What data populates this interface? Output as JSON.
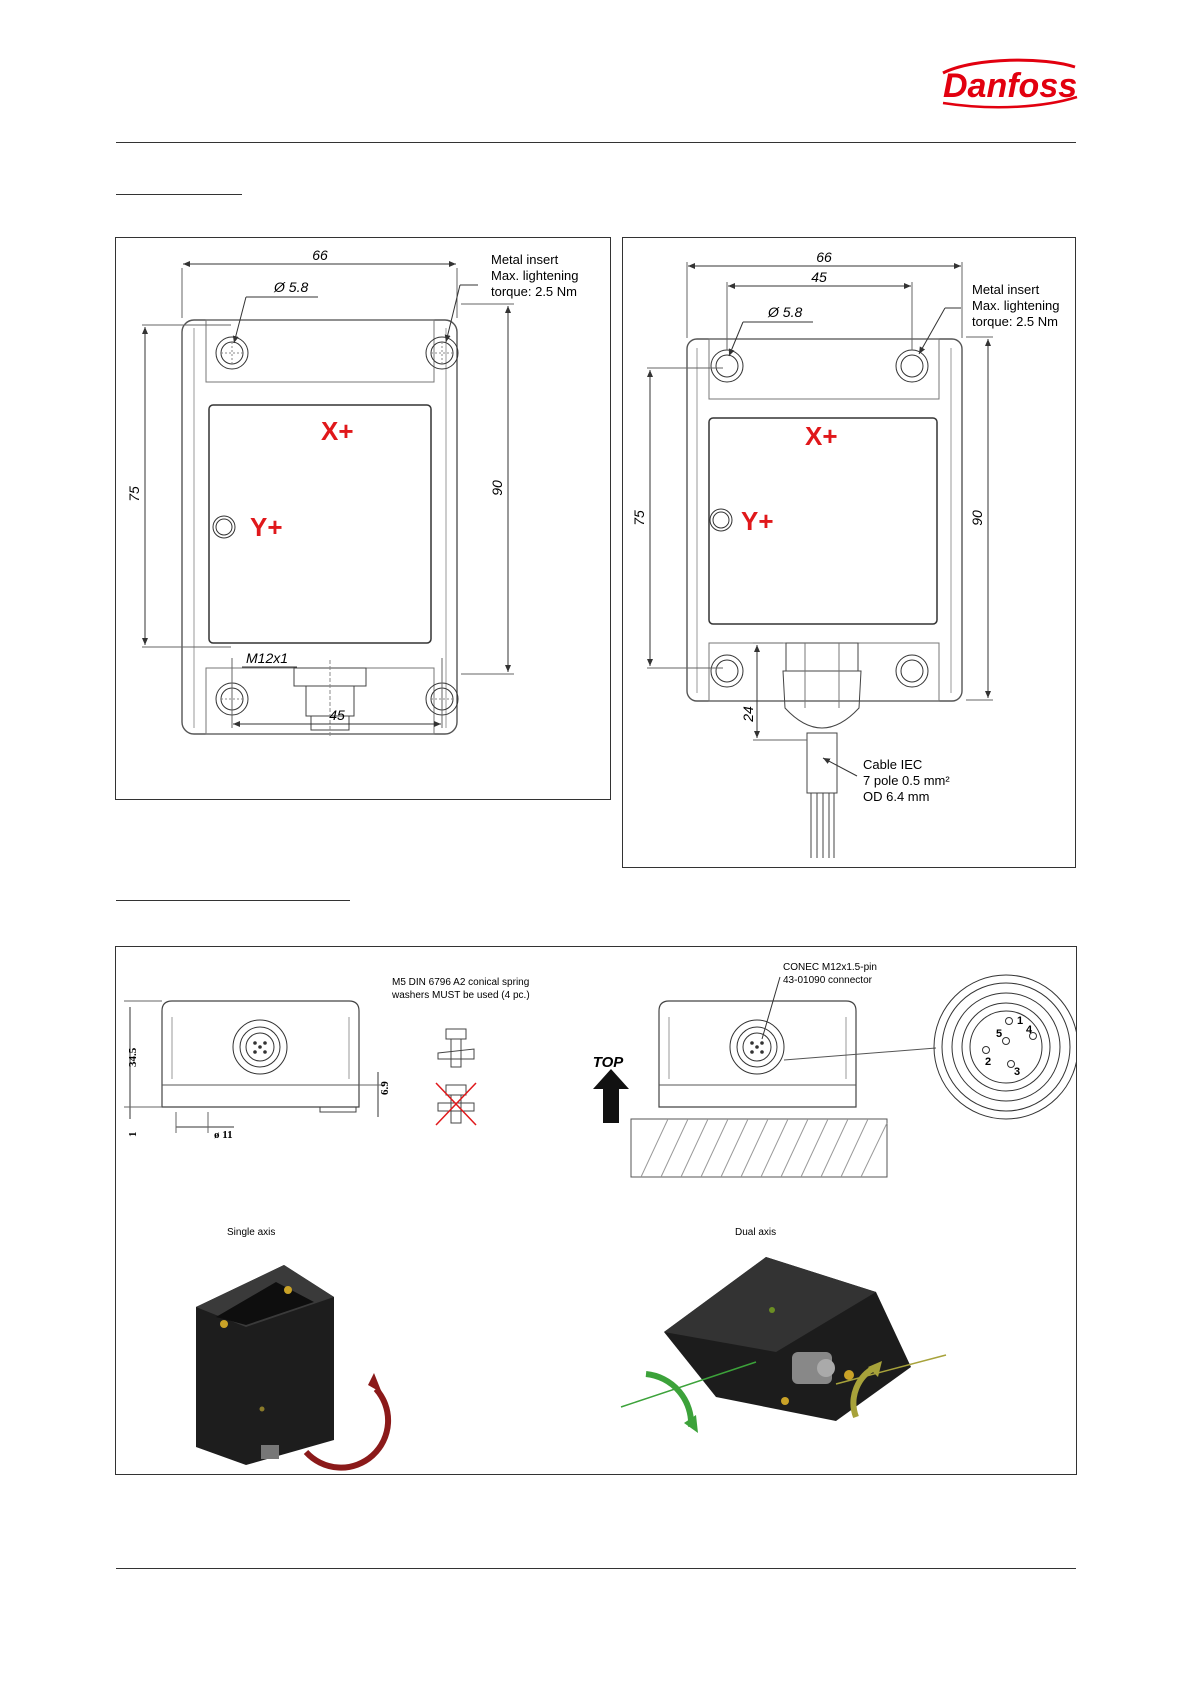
{
  "brand": {
    "logo_text": "Danfoss",
    "color": "#e2000f"
  },
  "left_drawing": {
    "dims": {
      "width": "66",
      "hole": "Ø 5.8",
      "height_inner": "75",
      "height_outer": "90",
      "thread": "M12x1",
      "bottom": "45"
    },
    "note": [
      "Metal insert",
      "Max. lightening",
      "torque: 2.5 Nm"
    ],
    "axis_x": "X+",
    "axis_y": "Y+"
  },
  "right_drawing": {
    "dims": {
      "width": "66",
      "spacing": "45",
      "hole": "Ø 5.8",
      "height_inner": "75",
      "height_outer": "90",
      "gland": "24"
    },
    "note": [
      "Metal insert",
      "Max. lightening",
      "torque: 2.5 Nm"
    ],
    "cable_note": [
      "Cable IEC",
      "7 pole 0.5 mm²",
      "OD 6.4 mm"
    ],
    "axis_x": "X+",
    "axis_y": "Y+"
  },
  "mounting": {
    "side_dims": {
      "height": "34.5",
      "base": "6.9",
      "offset": "1",
      "bolt": "ø 11"
    },
    "washer_note": [
      "M5 DIN 6796 A2 conical spring",
      "washers MUST be used (4 pc.)"
    ],
    "connector_note": [
      "CONEC M12x1.5-pin",
      "43-01090 connector"
    ],
    "top_label": "TOP",
    "pins": [
      "1",
      "2",
      "3",
      "4",
      "5"
    ],
    "single_axis_label": "Single axis",
    "dual_axis_label": "Dual axis"
  },
  "colors": {
    "axis_red": "#e0181b",
    "arrow_red": "#8b1a1a",
    "arrow_green": "#3ca23a",
    "arrow_olive": "#a7a23a"
  }
}
